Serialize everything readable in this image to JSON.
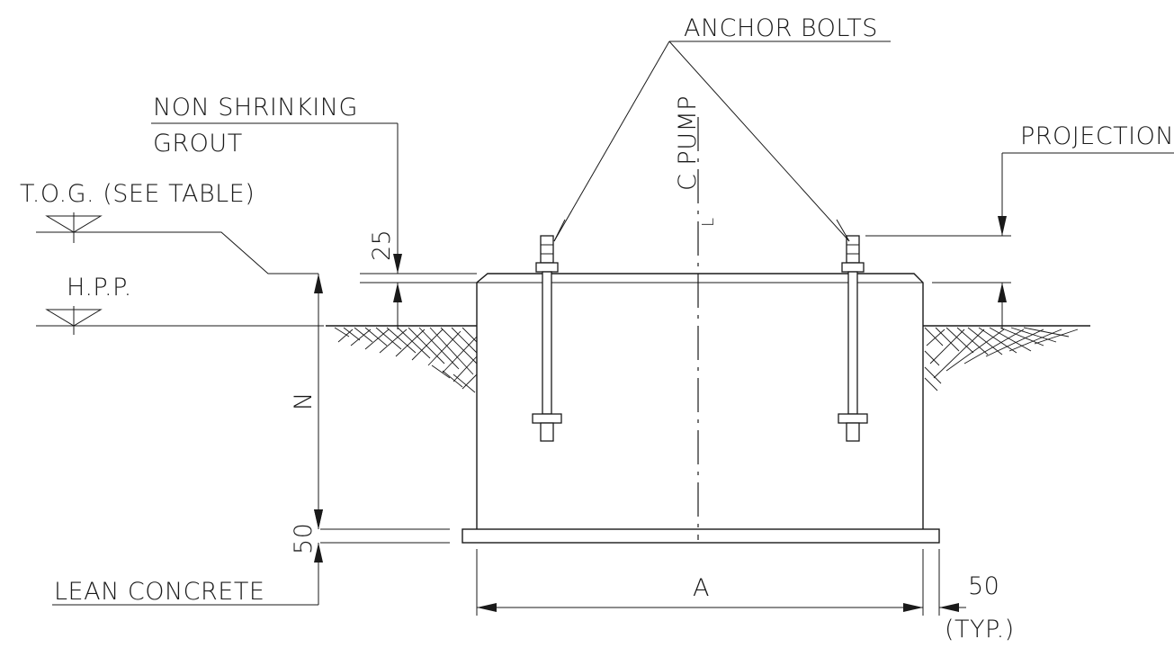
{
  "labels": {
    "anchor_bolts": "ANCHOR BOLTS",
    "non_shrinking": "NON SHRINKING",
    "grout": "GROUT",
    "tog": "T.O.G. (SEE TABLE)",
    "hpp": "H.P.P.",
    "projection": "PROJECTION",
    "dim_25": "25",
    "dim_n": "N",
    "dim_50_left": "50",
    "lean_concrete": "LEAN CONCRETE",
    "dim_a": "A",
    "dim_50_right": "50",
    "typ": "(TYP.)",
    "centerline_pump": "C PUMP",
    "centerline_l": "L"
  }
}
